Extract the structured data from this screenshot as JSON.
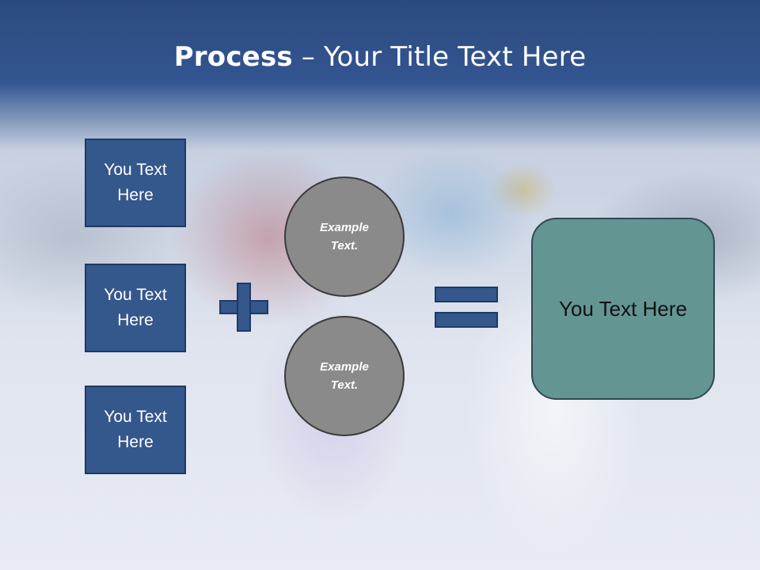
{
  "slide": {
    "title_bold": "Process",
    "title_rest": " – Your Title Text Here",
    "boxes": [
      {
        "label": "You Text\nHere"
      },
      {
        "label": "You Text\nHere"
      },
      {
        "label": "You Text\nHere"
      }
    ],
    "circles": [
      {
        "label": "Example\nText."
      },
      {
        "label": "Example\nText."
      }
    ],
    "result": {
      "label": "You Text Here"
    },
    "colors": {
      "header": "#335591",
      "box_fill": "#34578c",
      "circle_fill": "#8a8a8a",
      "result_fill": "#639593"
    }
  }
}
